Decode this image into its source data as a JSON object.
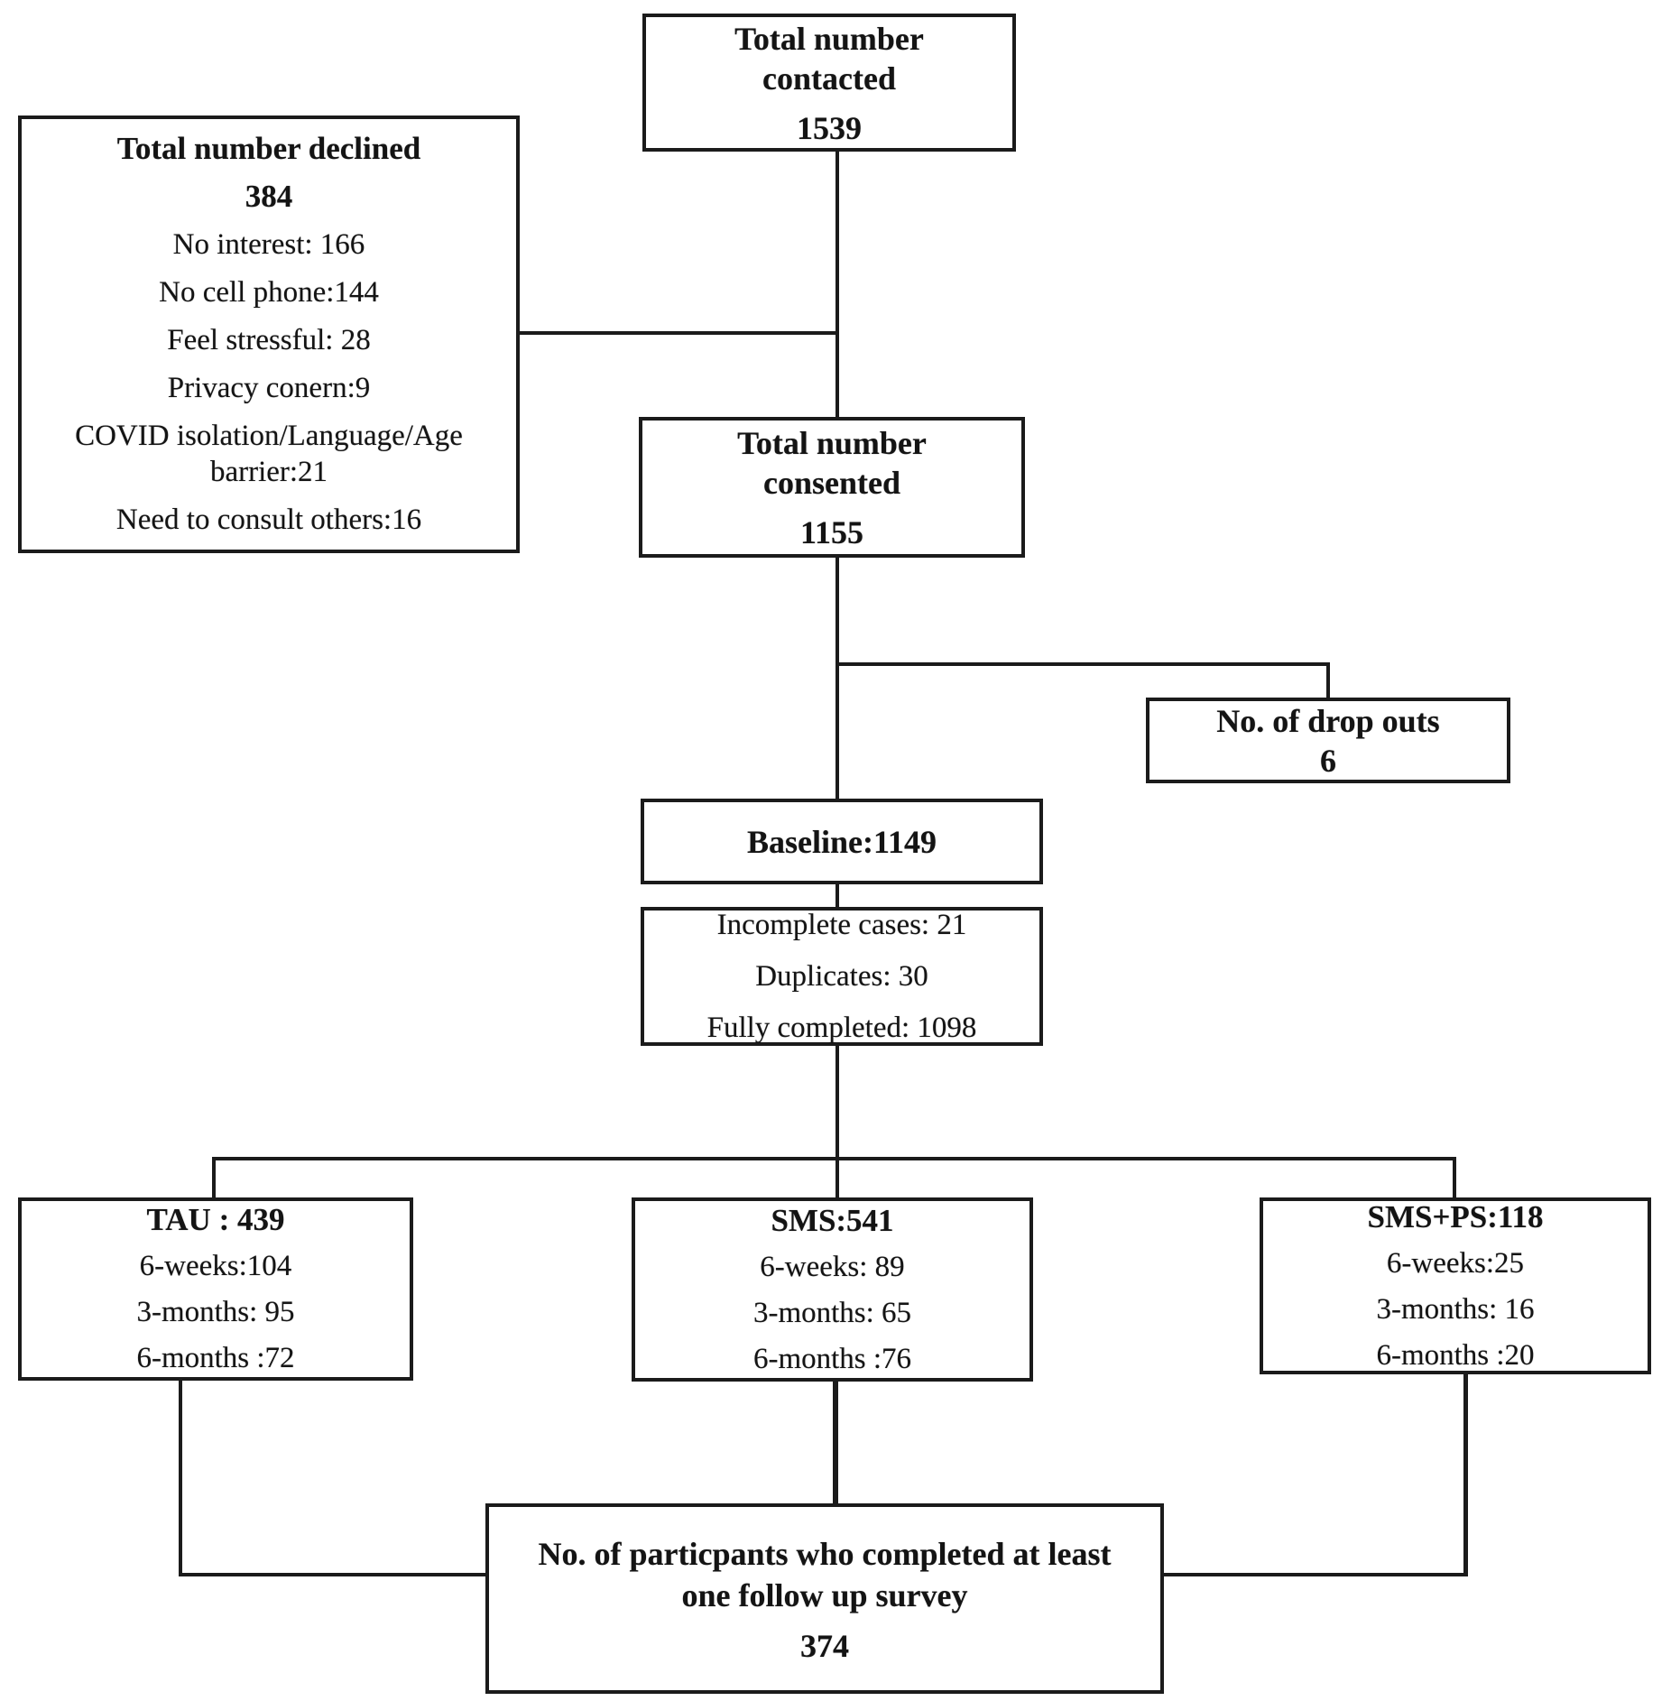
{
  "figure": {
    "background": "#ffffff",
    "line_color": "#1b1b1b",
    "text_color": "#141414"
  },
  "boxes": {
    "contacted": {
      "line1": "Total number",
      "line2": "contacted",
      "value": "1539"
    },
    "declined": {
      "title": "Total number declined",
      "value": "384",
      "items": [
        "No interest: 166",
        "No cell phone:144",
        "Feel stressful: 28",
        "Privacy conern:9",
        "COVID isolation/Language/Age barrier:21",
        "Need to consult others:16"
      ]
    },
    "consented": {
      "line1": "Total number",
      "line2": "consented",
      "value": "1155"
    },
    "dropouts": {
      "title": "No. of drop outs",
      "value": "6"
    },
    "baseline": {
      "title": "Baseline:1149"
    },
    "completion": {
      "items": [
        "Incomplete cases: 21",
        "Duplicates: 30",
        "Fully completed: 1098"
      ]
    },
    "arms": [
      {
        "title": "TAU : 439",
        "items": [
          "6-weeks:104",
          "3-months: 95",
          "6-months :72"
        ]
      },
      {
        "title": "SMS:541",
        "items": [
          "6-weeks: 89",
          "3-months: 65",
          "6-months :76"
        ]
      },
      {
        "title": "SMS+PS:118",
        "items": [
          "6-weeks:25",
          "3-months: 16",
          "6-months :20"
        ]
      }
    ],
    "followup": {
      "line1": "No. of particpants who completed at least",
      "line2": "one follow up survey",
      "value": "374"
    }
  }
}
